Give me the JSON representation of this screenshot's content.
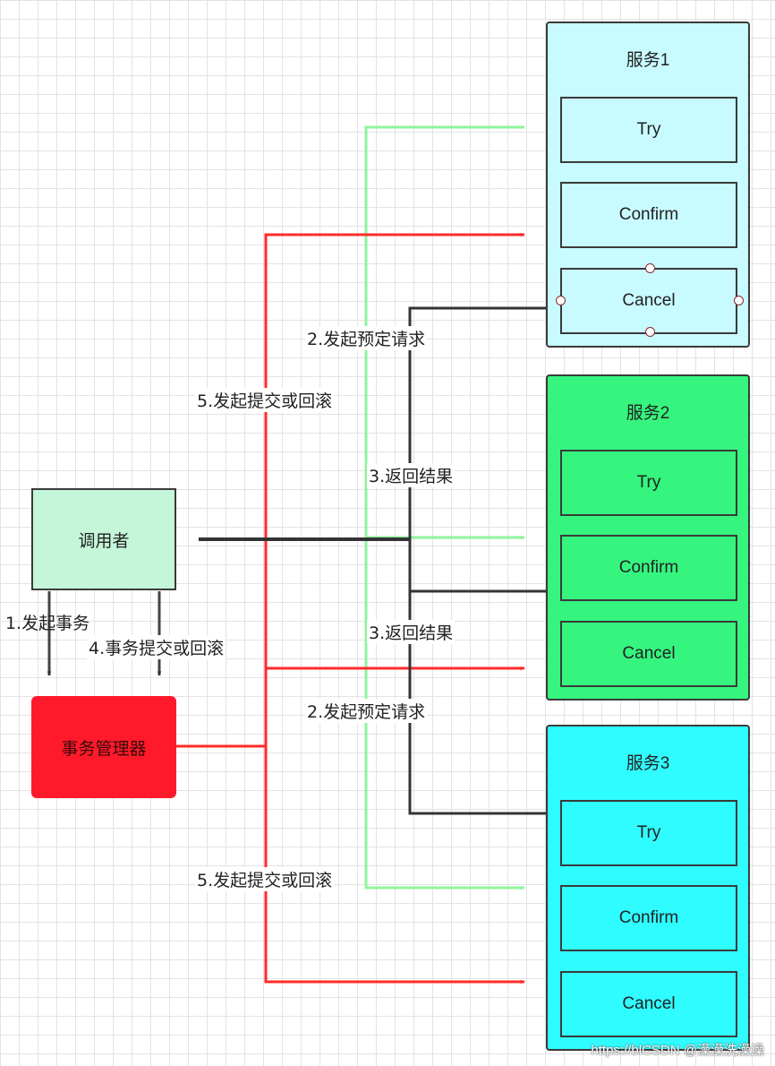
{
  "colors": {
    "service1": "#c8fbff",
    "service2": "#35f57f",
    "service3": "#2ffcff",
    "caller": "#c4f6d9",
    "manager": "#ff1a2b",
    "commit_line": "#ff2b2b",
    "request_line": "#8ff59e",
    "return_line": "#333333"
  },
  "caller": {
    "label": "调用者"
  },
  "manager": {
    "label": "事务管理器"
  },
  "services": [
    {
      "title": "服务1",
      "ops": [
        "Try",
        "Confirm",
        "Cancel"
      ]
    },
    {
      "title": "服务2",
      "ops": [
        "Try",
        "Confirm",
        "Cancel"
      ]
    },
    {
      "title": "服务3",
      "ops": [
        "Try",
        "Confirm",
        "Cancel"
      ]
    }
  ],
  "edge_labels": {
    "start_tx": "1.发起事务",
    "reserve_top": "2.发起预定请求",
    "return_top": "3.返回结果",
    "return_bottom": "3.返回结果",
    "reserve_bottom": "2.发起预定请求",
    "commit_caller": "4.事务提交或回滚",
    "commit_top": "5.发起提交或回滚",
    "commit_bottom": "5.发起提交或回滚"
  },
  "watermark": "https://blCSDN @澡澡洗澡澡"
}
